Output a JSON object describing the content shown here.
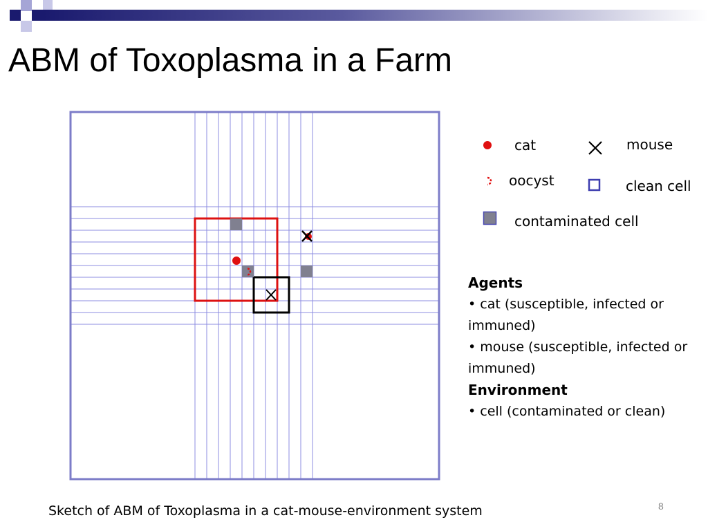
{
  "slide": {
    "title": "ABM of Toxoplasma in a Farm",
    "caption": "Sketch of ABM of Toxoplasma in a cat-mouse-environment system",
    "page_number": "8"
  },
  "colors": {
    "header_dark": "#1a1a6e",
    "header_light": "#a5a5d6",
    "grid_line": "#8c8ce0",
    "frame": "#7c7cc8",
    "cat": "#e01010",
    "oocyst": "#e01010",
    "contaminated_cell": "#808090",
    "clean_cell": "#3e3eb0",
    "cat_range_box": "#dd1111",
    "mouse_range_box": "#000000"
  },
  "legend": {
    "cat": {
      "icon": "red-dot-icon",
      "label": "cat"
    },
    "mouse": {
      "icon": "cross-icon",
      "label": "mouse"
    },
    "oocyst": {
      "icon": "oocyst-icon",
      "label": "oocyst"
    },
    "clean_cell": {
      "icon": "hollow-square-icon",
      "label": "clean cell"
    },
    "contaminated_cell": {
      "icon": "filled-square-icon",
      "label": "contaminated cell"
    }
  },
  "description": {
    "agents_heading": "Agents",
    "agents": [
      "• cat (susceptible, infected or immuned)",
      "• mouse (susceptible, infected or immuned)"
    ],
    "environment_heading": "Environment",
    "environment": [
      "• cell (contaminated or clean)"
    ]
  }
}
